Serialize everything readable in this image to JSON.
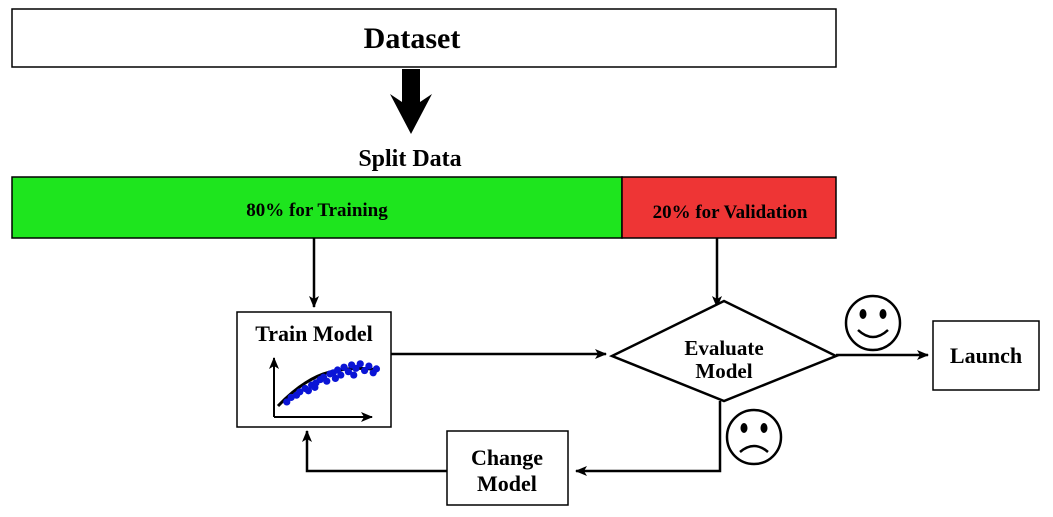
{
  "dataset": {
    "label": "Dataset"
  },
  "split": {
    "label": "Split Data"
  },
  "training_segment": {
    "label": "80% for Training",
    "color": "#1ee51e"
  },
  "validation_segment": {
    "label": "20% for Validation",
    "color": "#ee3535"
  },
  "train_model": {
    "label": "Train Model",
    "points_color": "#0a14d6",
    "points": [
      [
        0.1,
        0.18
      ],
      [
        0.14,
        0.26
      ],
      [
        0.19,
        0.3
      ],
      [
        0.22,
        0.36
      ],
      [
        0.27,
        0.42
      ],
      [
        0.3,
        0.38
      ],
      [
        0.33,
        0.48
      ],
      [
        0.37,
        0.52
      ],
      [
        0.41,
        0.58
      ],
      [
        0.44,
        0.62
      ],
      [
        0.47,
        0.55
      ],
      [
        0.5,
        0.68
      ],
      [
        0.53,
        0.7
      ],
      [
        0.57,
        0.75
      ],
      [
        0.6,
        0.66
      ],
      [
        0.63,
        0.8
      ],
      [
        0.67,
        0.72
      ],
      [
        0.7,
        0.84
      ],
      [
        0.74,
        0.78
      ],
      [
        0.78,
        0.86
      ],
      [
        0.82,
        0.74
      ],
      [
        0.86,
        0.82
      ],
      [
        0.9,
        0.7
      ],
      [
        0.93,
        0.77
      ],
      [
        0.36,
        0.44
      ],
      [
        0.55,
        0.6
      ],
      [
        0.72,
        0.66
      ]
    ]
  },
  "evaluate": {
    "line1": "Evaluate",
    "line2": "Model"
  },
  "launch": {
    "label": "Launch"
  },
  "change_model": {
    "line1": "Change",
    "line2": "Model"
  }
}
